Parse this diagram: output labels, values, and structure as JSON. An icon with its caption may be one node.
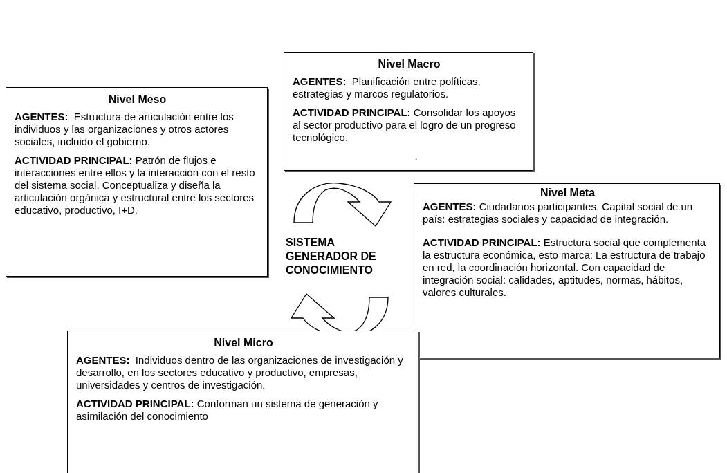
{
  "diagram": {
    "nodes": [
      {
        "text": [
          "Nivel Macro",
          "**AGENTES:**  Planificación entre políticas, estrategias y marcos regulatorios.",
          "**ACTIVIDAD PRINCIPAL:** Consolidar los apoyos al sector productivo para el logro de un progreso tecnológico.",
          "."
        ]
      },
      {
        "text": [
          "Nivel Meso",
          "**AGENTES:**  Estructura de articulación entre los individuos y las organizaciones y otros actores sociales, incluido el gobierno.",
          "**ACTIVIDAD PRINCIPAL:** Patrón de flujos e interacciones entre ellos y la interacción con el resto del sistema social. Conceptualiza y diseña la articulación orgánica y estructural entre los sectores educativo, productivo, I+D."
        ]
      },
      {
        "text": [
          "Nivel Meta",
          "**AGENTES:** Ciudadanos participantes. Capital social de un país: estrategias sociales y capacidad de integración.",
          "**ACTIVIDAD PRINCIPAL:** Estructura social que complementa la estructura económica, esto marca: La estructura de trabajo en red, la coordinación horizontal. Con capacidad de integración social: calidades, aptitudes, normas, hábitos, valores culturales."
        ]
      },
      {
        "text": [
          "Nivel Micro",
          "**AGENTES:**  Individuos dentro de las organizaciones de investigación y desarrollo, en los sectores educativo y productivo, empresas, universidades y centros de investigación.",
          "**ACTIVIDAD PRINCIPAL:** Conforman un sistema de generación y asimilación del conocimiento"
        ]
      }
    ],
    "labels": [
      "SISTEMA GENERADOR DE CONOCIMIENTO"
    ]
  }
}
